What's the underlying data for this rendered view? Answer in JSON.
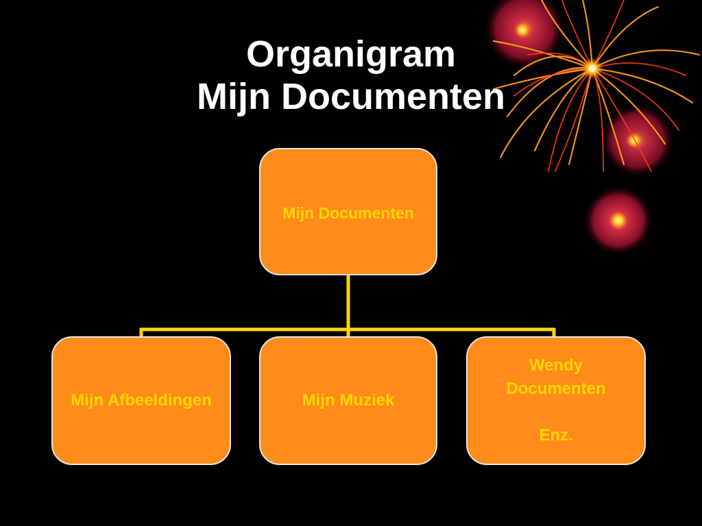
{
  "slide": {
    "title_line1": "Organigram",
    "title_line2": "Mijn Documenten"
  },
  "orgchart": {
    "root": {
      "label": "Mijn Documenten"
    },
    "children": [
      {
        "label": "Mijn Afbeeldingen"
      },
      {
        "label": "Mijn Muziek"
      },
      {
        "lines": [
          "Wendy",
          "Documenten",
          "Enz."
        ]
      }
    ]
  },
  "colors": {
    "background": "#000000",
    "title_text": "#ffffff",
    "node_fill": "#ff8c1a",
    "node_text": "#ffd700",
    "connector": "#ffd700",
    "decoration": "fireworks"
  }
}
